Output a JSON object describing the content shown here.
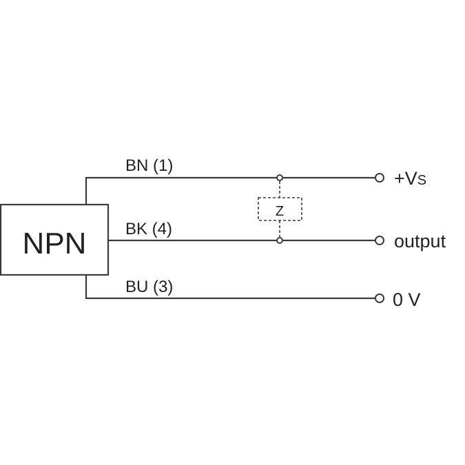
{
  "device": {
    "label": "NPN"
  },
  "wires": [
    {
      "id": "bn",
      "label": "BN (1)",
      "terminal": "+V",
      "terminal_sub": "S"
    },
    {
      "id": "bk",
      "label": "BK (4)",
      "terminal": "output"
    },
    {
      "id": "bu",
      "label": "BU (3)",
      "terminal": "0 V"
    }
  ],
  "load": {
    "label": "Z"
  },
  "colors": {
    "line": "#3a3a3a",
    "text": "#222222",
    "background": "#ffffff"
  }
}
